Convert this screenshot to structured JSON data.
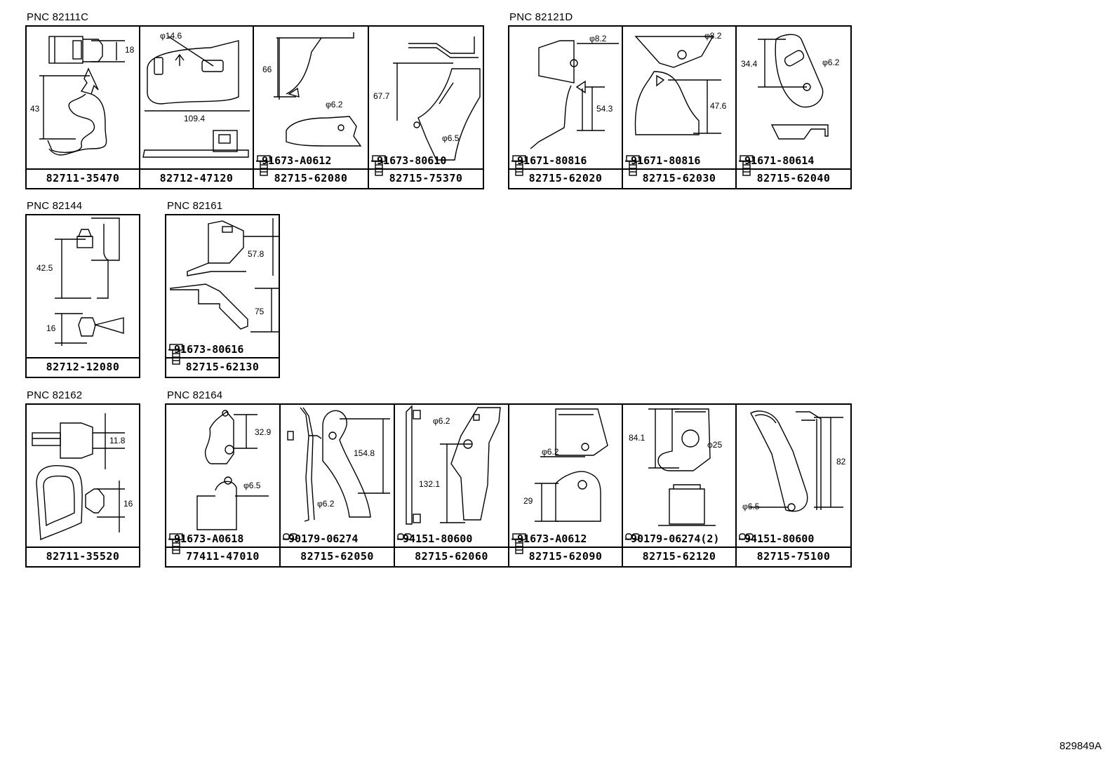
{
  "groups": [
    {
      "pnc": "PNC 82111C",
      "cells": [
        {
          "part": "82711-35470",
          "dims": [
            "18",
            "43"
          ],
          "bolt": ""
        },
        {
          "part": "82712-47120",
          "dims": [
            "φ14.6",
            "109.4"
          ],
          "bolt": ""
        },
        {
          "part": "82715-62080",
          "dims": [
            "66",
            "φ6.2"
          ],
          "bolt": "91673-A0612"
        },
        {
          "part": "82715-75370",
          "dims": [
            "67.7",
            "φ6.5"
          ],
          "bolt": "91673-80610"
        }
      ]
    },
    {
      "pnc": "PNC 82121D",
      "cells": [
        {
          "part": "82715-62020",
          "dims": [
            "φ8.2",
            "54.3"
          ],
          "bolt": "91671-80816"
        },
        {
          "part": "82715-62030",
          "dims": [
            "φ8.2",
            "47.6"
          ],
          "bolt": "91671-80816"
        },
        {
          "part": "82715-62040",
          "dims": [
            "34.4",
            "φ6.2"
          ],
          "bolt": "91671-80614"
        }
      ]
    },
    {
      "pnc": "PNC 82144",
      "cells": [
        {
          "part": "82712-12080",
          "dims": [
            "42.5",
            "16"
          ],
          "bolt": ""
        }
      ]
    },
    {
      "pnc": "PNC 82161",
      "cells": [
        {
          "part": "82715-62130",
          "dims": [
            "57.8",
            "75"
          ],
          "bolt": "91673-80616"
        }
      ]
    },
    {
      "pnc": "PNC 82162",
      "cells": [
        {
          "part": "82711-35520",
          "dims": [
            "11.8",
            "16"
          ],
          "bolt": ""
        }
      ]
    },
    {
      "pnc": "PNC 82164",
      "cells": [
        {
          "part": "77411-47010",
          "dims": [
            "32.9",
            "φ6.5"
          ],
          "bolt": "91673-A0618"
        },
        {
          "part": "82715-62050",
          "dims": [
            "154.8",
            "φ6.2"
          ],
          "bolt": "90179-06274"
        },
        {
          "part": "82715-62060",
          "dims": [
            "φ6.2",
            "132.1"
          ],
          "bolt": "94151-80600"
        },
        {
          "part": "82715-62090",
          "dims": [
            "φ6.2",
            "29"
          ],
          "bolt": "91673-A0612"
        },
        {
          "part": "82715-62120",
          "dims": [
            "84.1",
            "φ25"
          ],
          "bolt": "90179-06274(2)"
        },
        {
          "part": "82715-75100",
          "dims": [
            "82",
            "φ6.5"
          ],
          "bolt": "94151-80600"
        }
      ]
    }
  ],
  "drawing_code": "829849A"
}
